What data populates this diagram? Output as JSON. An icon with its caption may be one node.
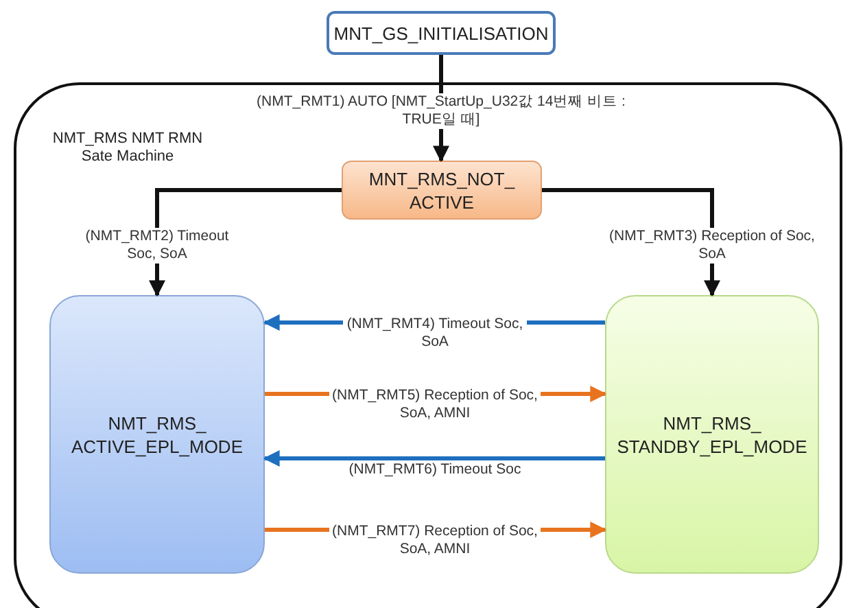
{
  "diagram": {
    "nodes": [
      {
        "text": [
          "MNT_GS_INITIALISATION"
        ]
      },
      {
        "text": [
          "NMT_RMS NMT RMN Sate Machine"
        ]
      },
      {
        "text": [
          "MNT_RMS_NOT_ ACTIVE"
        ],
        "in": 1
      },
      {
        "text": [
          "NMT_RMS_ ACTIVE_EPL_MODE"
        ],
        "in": 1
      },
      {
        "text": [
          "NMT_RMS_ STANDBY_EPL_MODE"
        ],
        "in": 1
      }
    ],
    "edges": [
      {
        "from": 0,
        "to": 2,
        "arrow": "to",
        "label": "(NMT_RMT1) AUTO [NMT_StartUp_U32값  14번째 비트 : TRUE일 때]"
      },
      {
        "from": 2,
        "to": 3,
        "arrow": "to",
        "label": "(NMT_RMT2) Timeout Soc, SoA"
      },
      {
        "from": 2,
        "to": 4,
        "arrow": "to",
        "label": "(NMT_RMT3) Reception of Soc, SoA"
      },
      {
        "from": 4,
        "to": 3,
        "arrow": "to",
        "label": "(NMT_RMT4) Timeout Soc, SoA",
        "color": "#1f6fbf"
      },
      {
        "from": 3,
        "to": 4,
        "arrow": "to",
        "label": "(NMT_RMT5) Reception of Soc, SoA, AMNI",
        "color": "#e8731e"
      },
      {
        "from": 4,
        "to": 3,
        "arrow": "to",
        "label": "(NMT_RMT6) Timeout Soc",
        "color": "#1f6fbf"
      },
      {
        "from": 3,
        "to": 4,
        "arrow": "to",
        "label": "(NMT_RMT7) Reception of Soc, SoA, AMNI",
        "color": "#e8731e"
      }
    ]
  }
}
